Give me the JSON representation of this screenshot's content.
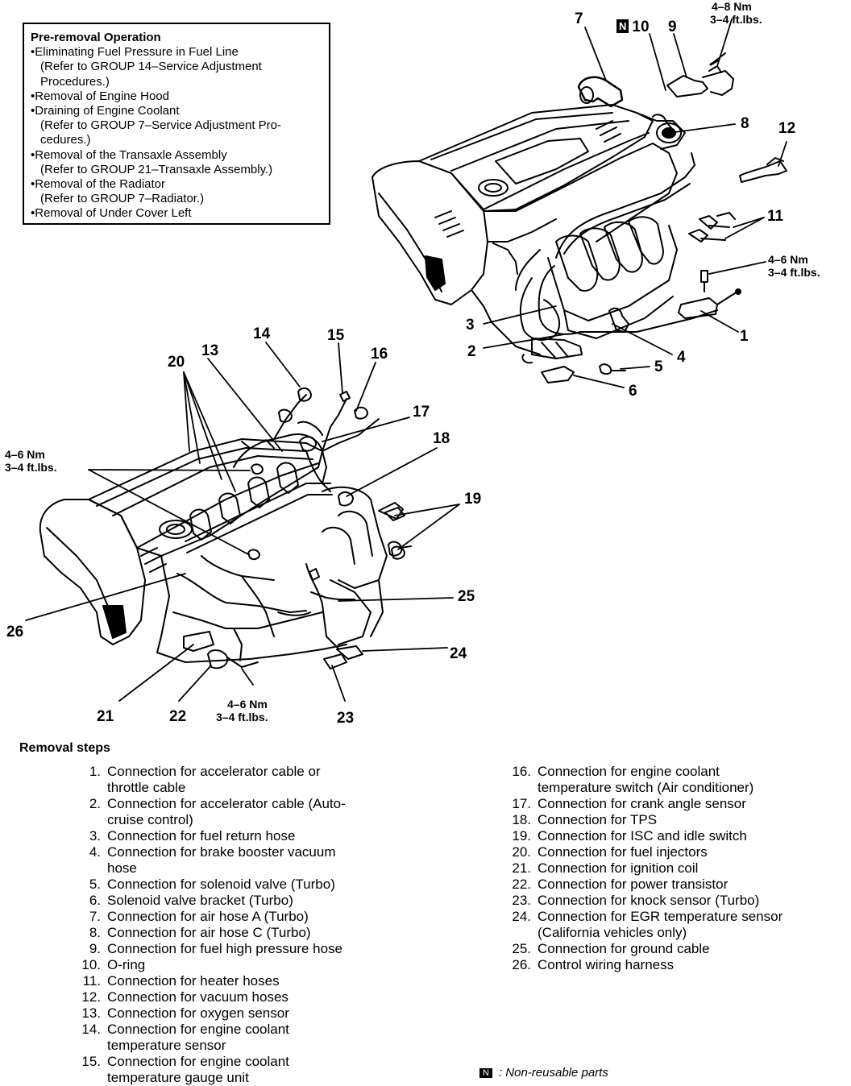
{
  "preop": {
    "title": "Pre-removal Operation",
    "items": [
      {
        "line": "•Eliminating Fuel Pressure in Fuel Line",
        "sub": [
          "(Refer to GROUP 14–Service Adjustment",
          "Procedures.)"
        ]
      },
      {
        "line": "•Removal of Engine Hood",
        "sub": []
      },
      {
        "line": "•Draining of Engine Coolant",
        "sub": [
          "(Refer to GROUP 7–Service Adjustment Pro-",
          "cedures.)"
        ]
      },
      {
        "line": "•Removal of the Transaxle Assembly",
        "sub": [
          "(Refer to GROUP 21–Transaxle Assembly.)"
        ]
      },
      {
        "line": "•Removal of the Radiator",
        "sub": [
          "(Refer to GROUP 7–Radiator.)"
        ]
      },
      {
        "line": "•Removal of Under Cover Left",
        "sub": []
      }
    ]
  },
  "torque": {
    "top_a": "4–8 Nm",
    "top_b": "3–4 ft.lbs.",
    "right_a": "4–6 Nm",
    "right_b": "3–4 ft.lbs.",
    "left_a": "4–6 Nm",
    "left_b": "3–4 ft.lbs.",
    "bottom_a": "4–6 Nm",
    "bottom_b": "3–4 ft.lbs."
  },
  "callouts": {
    "n_mark": "N",
    "c1": "1",
    "c2": "2",
    "c3": "3",
    "c4": "4",
    "c5": "5",
    "c6": "6",
    "c7": "7",
    "c8": "8",
    "c9": "9",
    "c10": "10",
    "c11": "11",
    "c12": "12",
    "c13": "13",
    "c14": "14",
    "c15": "15",
    "c16": "16",
    "c17": "17",
    "c18": "18",
    "c19": "19",
    "c20": "20",
    "c21": "21",
    "c22": "22",
    "c23": "23",
    "c24": "24",
    "c25": "25",
    "c26": "26"
  },
  "steps_title": "Removal steps",
  "steps": [
    {
      "num": "1.",
      "text": "Connection for accelerator cable or",
      "cont": "throttle cable"
    },
    {
      "num": "2.",
      "text": "Connection for accelerator cable (Auto-",
      "cont": "cruise control)"
    },
    {
      "num": "3.",
      "text": "Connection for fuel return hose",
      "cont": ""
    },
    {
      "num": "4.",
      "text": "Connection for brake booster vacuum",
      "cont": "hose"
    },
    {
      "num": "5.",
      "text": "Connection for solenoid valve (Turbo)",
      "cont": ""
    },
    {
      "num": "6.",
      "text": "Solenoid valve bracket (Turbo)",
      "cont": ""
    },
    {
      "num": "7.",
      "text": "Connection for air hose A (Turbo)",
      "cont": ""
    },
    {
      "num": "8.",
      "text": "Connection for air hose C (Turbo)",
      "cont": ""
    },
    {
      "num": "9.",
      "text": "Connection for fuel high pressure hose",
      "cont": ""
    },
    {
      "num": "10.",
      "text": "O-ring",
      "cont": ""
    },
    {
      "num": "11.",
      "text": "Connection for heater hoses",
      "cont": ""
    },
    {
      "num": "12.",
      "text": "Connection for vacuum hoses",
      "cont": ""
    },
    {
      "num": "13.",
      "text": "Connection for oxygen sensor",
      "cont": ""
    },
    {
      "num": "14.",
      "text": "Connection for engine coolant",
      "cont": "temperature sensor"
    },
    {
      "num": "15.",
      "text": "Connection for engine coolant",
      "cont": "temperature gauge unit"
    },
    {
      "num": "16.",
      "text": "Connection for engine coolant",
      "cont": "temperature switch (Air conditioner)"
    },
    {
      "num": "17.",
      "text": "Connection for crank angle sensor",
      "cont": ""
    },
    {
      "num": "18.",
      "text": "Connection for TPS",
      "cont": ""
    },
    {
      "num": "19.",
      "text": "Connection for ISC and idle switch",
      "cont": ""
    },
    {
      "num": "20.",
      "text": "Connection for fuel injectors",
      "cont": ""
    },
    {
      "num": "21.",
      "text": "Connection for ignition coil",
      "cont": ""
    },
    {
      "num": "22.",
      "text": "Connection for power transistor",
      "cont": ""
    },
    {
      "num": "23.",
      "text": "Connection for knock sensor (Turbo)",
      "cont": ""
    },
    {
      "num": "24.",
      "text": "Connection for EGR temperature sensor",
      "cont": "(California vehicles only)"
    },
    {
      "num": "25.",
      "text": "Connection for ground cable",
      "cont": ""
    },
    {
      "num": "26.",
      "text": "Control wiring harness",
      "cont": ""
    }
  ],
  "legend": {
    "mark": "N",
    "text": ": Non-reusable parts"
  }
}
